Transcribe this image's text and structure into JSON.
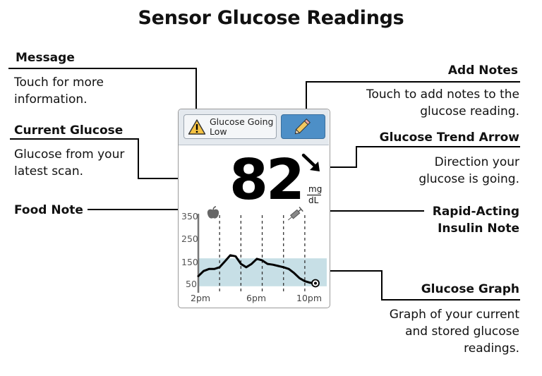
{
  "title": "Sensor Glucose Readings",
  "callouts": {
    "message": {
      "title": "Message",
      "description": "Touch for more information."
    },
    "add_notes": {
      "title": "Add Notes",
      "description": "Touch to add notes to the glucose reading."
    },
    "current_glucose": {
      "title": "Current Glucose",
      "description": "Glucose from your latest scan."
    },
    "trend_arrow": {
      "title": "Glucose Trend Arrow",
      "description": "Direction your glucose is going."
    },
    "food_note": {
      "title": "Food Note"
    },
    "insulin_note": {
      "title_line1": "Rapid-Acting",
      "title_line2": "Insulin Note"
    },
    "glucose_graph": {
      "title": "Glucose Graph",
      "description": "Graph of your current and stored glucose readings."
    }
  },
  "screen": {
    "message_text": "Glucose Going Low",
    "glucose_value": "82",
    "unit_top": "mg",
    "unit_bottom": "dL",
    "icons": {
      "warning": "warning-triangle-icon",
      "notes": "pencil-icon",
      "trend": "arrow-down-right-icon",
      "food": "apple-icon",
      "insulin": "syringe-icon"
    },
    "colors": {
      "header_bg": "#e4e9ee",
      "notes_button": "#4d8fc7",
      "warning_fill": "#f6c343",
      "target_band": "#c7dfe6"
    }
  },
  "chart_data": {
    "type": "line",
    "x_ticks": [
      "2pm",
      "6pm",
      "10pm"
    ],
    "y_ticks": [
      "350",
      "250",
      "150",
      "50"
    ],
    "ylim": [
      50,
      350
    ],
    "target_range": [
      70,
      180
    ],
    "series": [
      {
        "x": [
          0,
          0.5,
          1,
          1.5,
          2,
          2.5,
          3,
          3.5,
          4,
          4.5,
          5,
          5.5,
          6,
          6.5,
          7,
          7.5,
          8,
          8.5,
          9,
          9.5,
          10,
          10.5,
          11
        ],
        "values": [
          110,
          130,
          138,
          138,
          145,
          168,
          192,
          188,
          158,
          145,
          158,
          178,
          172,
          158,
          155,
          150,
          145,
          138,
          122,
          102,
          90,
          84,
          82
        ]
      }
    ],
    "x_min": 0,
    "x_max": 11,
    "dashed_gridlines_x": [
      2,
      4,
      6,
      8,
      10
    ]
  }
}
